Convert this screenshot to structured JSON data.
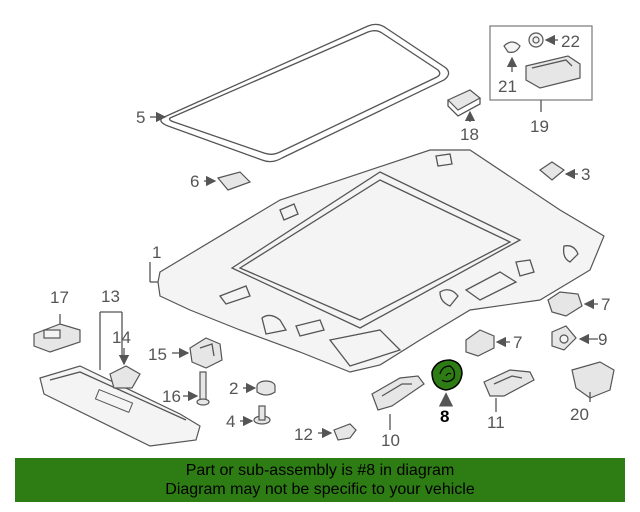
{
  "callouts": {
    "c1": "1",
    "c2": "2",
    "c3": "3",
    "c4": "4",
    "c5": "5",
    "c6": "6",
    "c7a": "7",
    "c7b": "7",
    "c8": "8",
    "c9": "9",
    "c10": "10",
    "c11": "11",
    "c12": "12",
    "c13": "13",
    "c14": "14",
    "c15": "15",
    "c16": "16",
    "c17": "17",
    "c18": "18",
    "c19": "19",
    "c20": "20",
    "c21": "21",
    "c22": "22"
  },
  "highlight": {
    "part": "8",
    "color": "#2e7d14"
  },
  "banner": {
    "line1": "Part or sub-assembly is #8 in diagram",
    "line2": "Diagram may not be specific to your vehicle",
    "color": "#2e7d14"
  }
}
